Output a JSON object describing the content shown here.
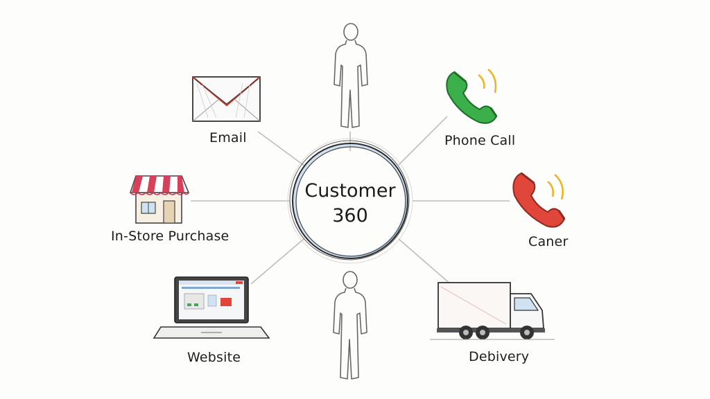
{
  "hub": {
    "line1": "Customer",
    "line2": "360"
  },
  "channels": {
    "email": "Email",
    "phone_call": "Phone Call",
    "in_store": "In-Store Purchase",
    "caner": "Caner",
    "website": "Website",
    "delivery": "Debivery"
  },
  "colors": {
    "ink": "#1c1c1c",
    "line": "#bdbdbd",
    "phone_green": "#3bb04a",
    "phone_red": "#e0463a",
    "signal": "#f2b21b",
    "awning_red": "#d8405a",
    "envelope_red": "#c0392b",
    "hub_ring": "#2a2a2a",
    "hub_glow": "#a8c8e8"
  },
  "icons": [
    "person-icon",
    "envelope-icon",
    "phone-icon",
    "storefront-icon",
    "laptop-icon",
    "truck-icon"
  ]
}
